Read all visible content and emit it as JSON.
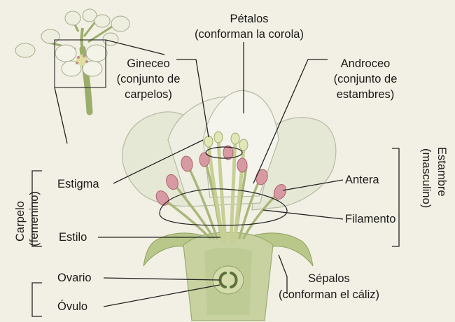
{
  "labels": {
    "petalos": "Pétalos",
    "petalos_sub": "(conforman la corola)",
    "gineceo": "Gineceo",
    "gineceo_sub1": "(conjunto de",
    "gineceo_sub2": "carpelos)",
    "androceo": "Androceo",
    "androceo_sub1": "(conjunto de",
    "androceo_sub2": "estambres)",
    "estigma": "Estigma",
    "estilo": "Estilo",
    "ovario": "Ovario",
    "ovulo": "Óvulo",
    "antera": "Antera",
    "filamento": "Filamento",
    "sepalos": "Sépalos",
    "sepalos_sub": "(conforman el cáliz)",
    "carpelo": "Carpelo",
    "carpelo_sub": "(femenino)",
    "estambre": "Estambre",
    "estambre_sub": "(masculino)"
  },
  "colors": {
    "background": "#f2efe4",
    "petal": "#e9eadb",
    "stem": "#c9d4a4",
    "sepal": "#b9c88a",
    "anther": "#d89aa2",
    "stigma": "#e3e6b6"
  }
}
